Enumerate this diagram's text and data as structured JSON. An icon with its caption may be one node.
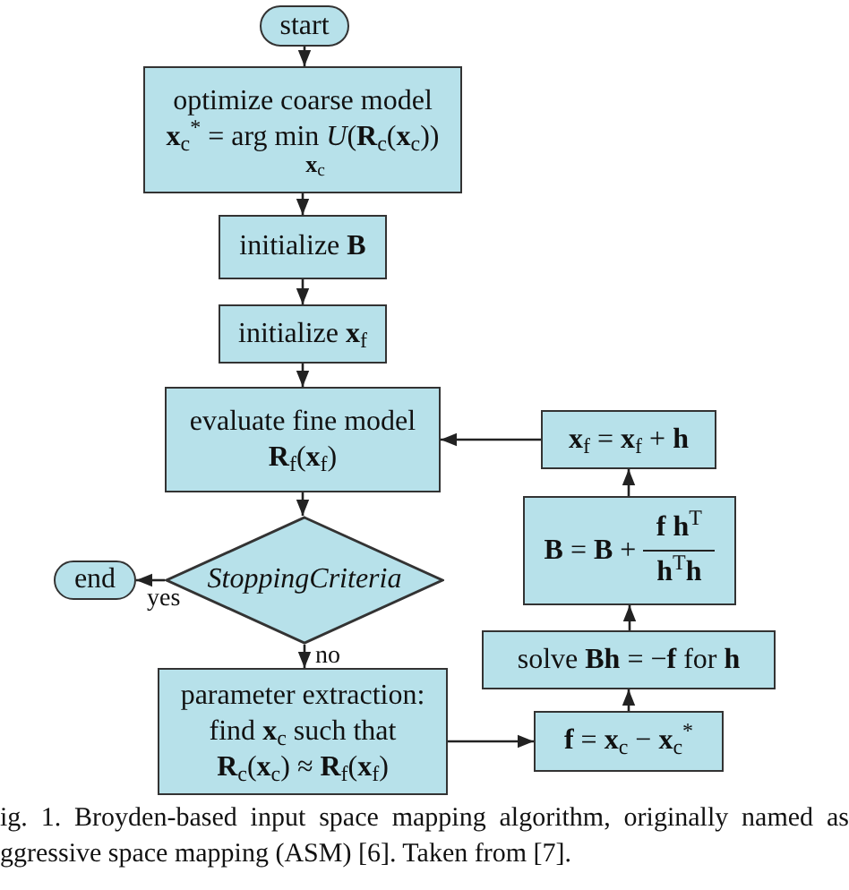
{
  "diagram": {
    "caption": "ig. 1. Broyden-based input space mapping algorithm, originally named as ggressive space mapping (ASM) [6]. Taken from [7].",
    "nodes": [
      {
        "text": [
          "start"
        ]
      },
      {
        "text": [
          "optimize coarse model",
          "**x**$_{c}$$^{*}$ = arg min *U*(**R**$_{c}$(**x**$_{c}$))",
          "**x**$_{c}$"
        ]
      },
      {
        "text": [
          "initialize **B**"
        ]
      },
      {
        "text": [
          "initialize **x**$_{f}$"
        ]
      },
      {
        "text": [
          "evaluate fine model",
          "**R**$_{f}$(**x**$_{f}$)"
        ]
      },
      {
        "text": [
          "StoppingCriteria"
        ]
      },
      {
        "text": [
          "end"
        ]
      },
      {
        "text": [
          "parameter extraction:",
          "find **x**$_{c}$ such that",
          "**R**$_{c}$(**x**$_{c}$) ≈ **R**$_{f}$(**x**$_{f}$)"
        ]
      },
      {
        "text": [
          "**f** = **x**$_{c}$ − **x**$_{c}$$^{*}$"
        ]
      },
      {
        "text": [
          "solve **Bh** = −**f** for **h**"
        ]
      },
      {
        "text": [
          "**B** = **B** +",
          "**f h**$^{T}$",
          "**h**$^{T}$**h**"
        ]
      },
      {
        "text": [
          "**x**$_{f}$ = **x**$_{f}$ + **h**"
        ]
      }
    ],
    "edges": [
      {
        "from": 0,
        "to": 1,
        "arrow": "to"
      },
      {
        "from": 1,
        "to": 2,
        "arrow": "to"
      },
      {
        "from": 2,
        "to": 3,
        "arrow": "to"
      },
      {
        "from": 3,
        "to": 4,
        "arrow": "to"
      },
      {
        "from": 4,
        "to": 5,
        "arrow": "to"
      },
      {
        "from": 5,
        "to": 6,
        "arrow": "to",
        "label": "yes"
      },
      {
        "from": 5,
        "to": 7,
        "arrow": "to",
        "label": "no"
      },
      {
        "from": 7,
        "to": 8,
        "arrow": "to"
      },
      {
        "from": 8,
        "to": 9,
        "arrow": "to"
      },
      {
        "from": 9,
        "to": 10,
        "arrow": "to"
      },
      {
        "from": 10,
        "to": 11,
        "arrow": "to"
      },
      {
        "from": 11,
        "to": 4,
        "arrow": "to"
      }
    ]
  }
}
